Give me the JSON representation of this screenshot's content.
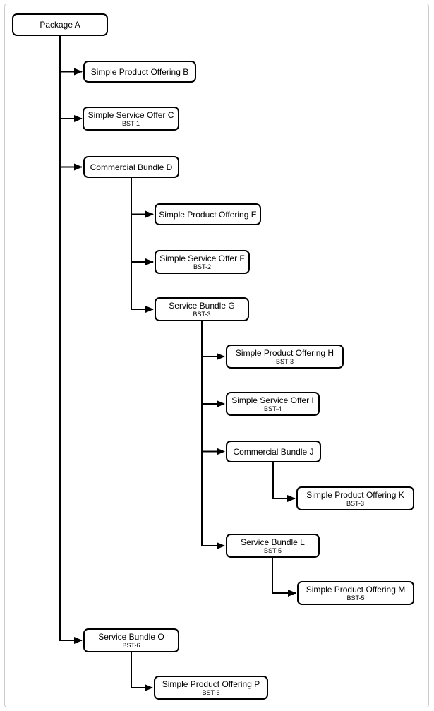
{
  "diagram": {
    "type": "tree",
    "colors": {
      "node_fill": "#ffffff",
      "node_border": "#000000",
      "connector": "#000000",
      "frame_border": "#cccccc",
      "background": "#ffffff"
    },
    "nodes": [
      {
        "id": "A",
        "label": "Package A",
        "sublabel": ""
      },
      {
        "id": "B",
        "label": "Simple Product Offering B",
        "sublabel": ""
      },
      {
        "id": "C",
        "label": "Simple Service Offer C",
        "sublabel": "BST-1"
      },
      {
        "id": "D",
        "label": "Commercial Bundle D",
        "sublabel": ""
      },
      {
        "id": "E",
        "label": "Simple Product Offering E",
        "sublabel": ""
      },
      {
        "id": "F",
        "label": "Simple Service Offer F",
        "sublabel": "BST-2"
      },
      {
        "id": "G",
        "label": "Service Bundle G",
        "sublabel": "BST-3"
      },
      {
        "id": "H",
        "label": "Simple Product Offering H",
        "sublabel": "BST-3"
      },
      {
        "id": "I",
        "label": "Simple Service Offer I",
        "sublabel": "BST-4"
      },
      {
        "id": "J",
        "label": "Commercial Bundle J",
        "sublabel": ""
      },
      {
        "id": "K",
        "label": "Simple Product Offering K",
        "sublabel": "BST-3"
      },
      {
        "id": "L",
        "label": "Service Bundle L",
        "sublabel": "BST-5"
      },
      {
        "id": "M",
        "label": "Simple Product Offering M",
        "sublabel": "BST-5"
      },
      {
        "id": "O",
        "label": "Service Bundle O",
        "sublabel": "BST-6"
      },
      {
        "id": "P",
        "label": "Simple Product Offering P",
        "sublabel": "BST-6"
      }
    ],
    "edges": [
      [
        "A",
        "B"
      ],
      [
        "A",
        "C"
      ],
      [
        "A",
        "D"
      ],
      [
        "D",
        "E"
      ],
      [
        "D",
        "F"
      ],
      [
        "D",
        "G"
      ],
      [
        "G",
        "H"
      ],
      [
        "G",
        "I"
      ],
      [
        "G",
        "J"
      ],
      [
        "G",
        "L"
      ],
      [
        "J",
        "K"
      ],
      [
        "L",
        "M"
      ],
      [
        "A",
        "O"
      ],
      [
        "O",
        "P"
      ]
    ]
  }
}
